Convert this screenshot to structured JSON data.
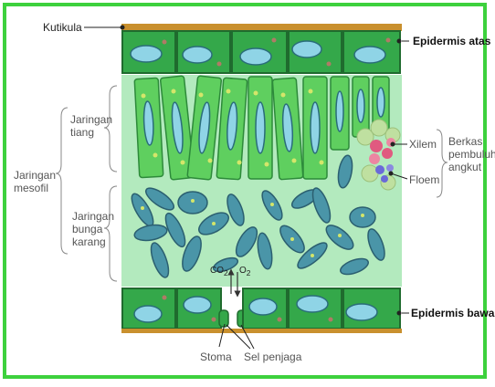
{
  "labels": {
    "kutikula": "Kutikula",
    "epidermis_atas": "Epidermis atas",
    "jaringan_tiang": [
      "Jaringan",
      "tiang"
    ],
    "jaringan_mesofil": [
      "Jaringan",
      "mesofil"
    ],
    "jaringan_bunga_karang": [
      "Jaringan",
      "bunga",
      "karang"
    ],
    "xilem": "Xilem",
    "floem": "Floem",
    "berkas_pembuluh_angkut": [
      "Berkas",
      "pembuluh",
      "angkut"
    ],
    "co2": "CO",
    "co2_sub": "2",
    "o2": "O",
    "o2_sub": "2",
    "epidermis_bawah": "Epidermis bawah",
    "stoma": "Stoma",
    "sel_penjaga": "Sel penjaga"
  },
  "colors": {
    "border": "#3dd13d",
    "cuticle": "#c9902e",
    "epidermis": "#34a84a",
    "epidermis_edge": "#1f6b2e",
    "nucleus": "#8fd4e6",
    "palisade": "#5fcf5f",
    "spongy": "#4a95a8",
    "xylem": "#e05a80",
    "phloem": "#6a6ad8"
  }
}
